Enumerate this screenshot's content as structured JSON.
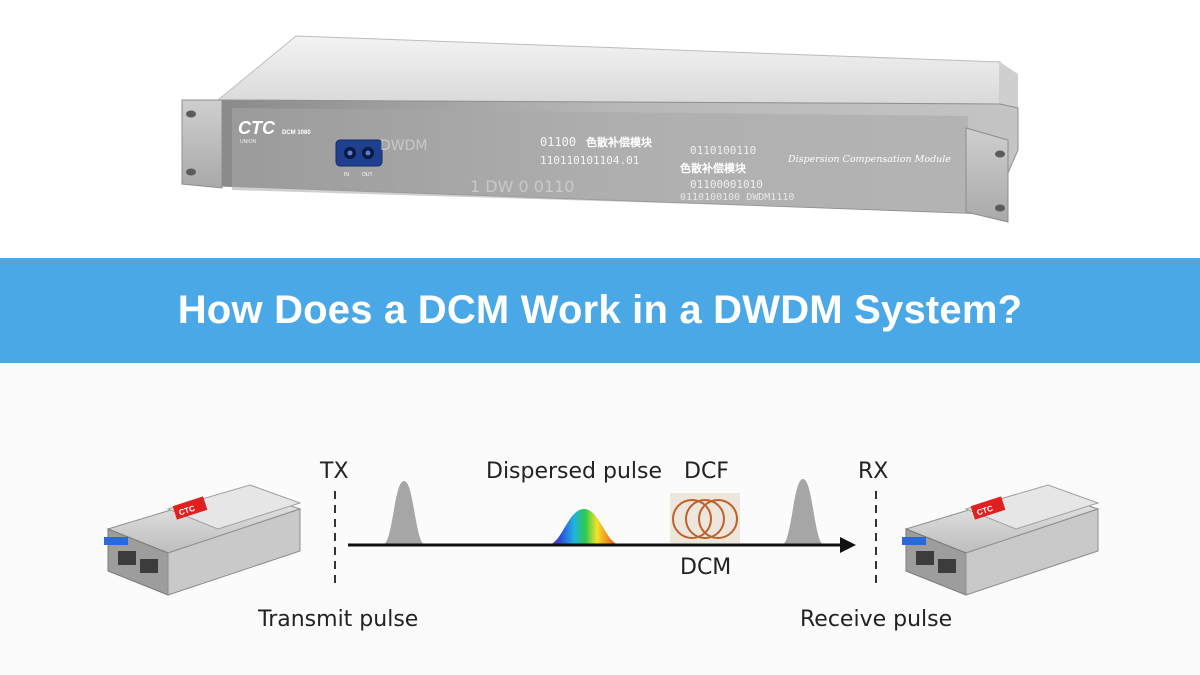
{
  "product": {
    "brand": "CTC",
    "brand_sub": "UNION",
    "model": "DCM 1080",
    "module_name": "Dispersion Compensation Module",
    "cn_label_1": "色散补偿模块",
    "cn_label_2": "色散补偿模块",
    "port_in": "IN",
    "port_out": "OUT",
    "deco_1": "01100",
    "deco_2": "110110101104.01",
    "deco_3": "0110100110",
    "deco_4": "01100001010",
    "deco_5": "0110100100 DWDM1110",
    "deco_6": "DWDM",
    "deco_7": "1 DW 0 0110"
  },
  "banner": {
    "title": "How Does a DCM Work in a DWDM System?"
  },
  "diagram": {
    "tx_label": "TX",
    "rx_label": "RX",
    "dispersed_label": "Dispersed pulse",
    "dcf_label": "DCF",
    "dcm_label": "DCM",
    "transmit_label": "Transmit pulse",
    "receive_label": "Receive pulse",
    "transceiver_brand": "CTC",
    "colors": {
      "banner": "#4aa8e6",
      "pulse": "#a6a6a6",
      "line": "#111111",
      "coil": "#c0602a",
      "dcf_box": "#ece6dc",
      "transceiver_label": "#e02020"
    }
  }
}
